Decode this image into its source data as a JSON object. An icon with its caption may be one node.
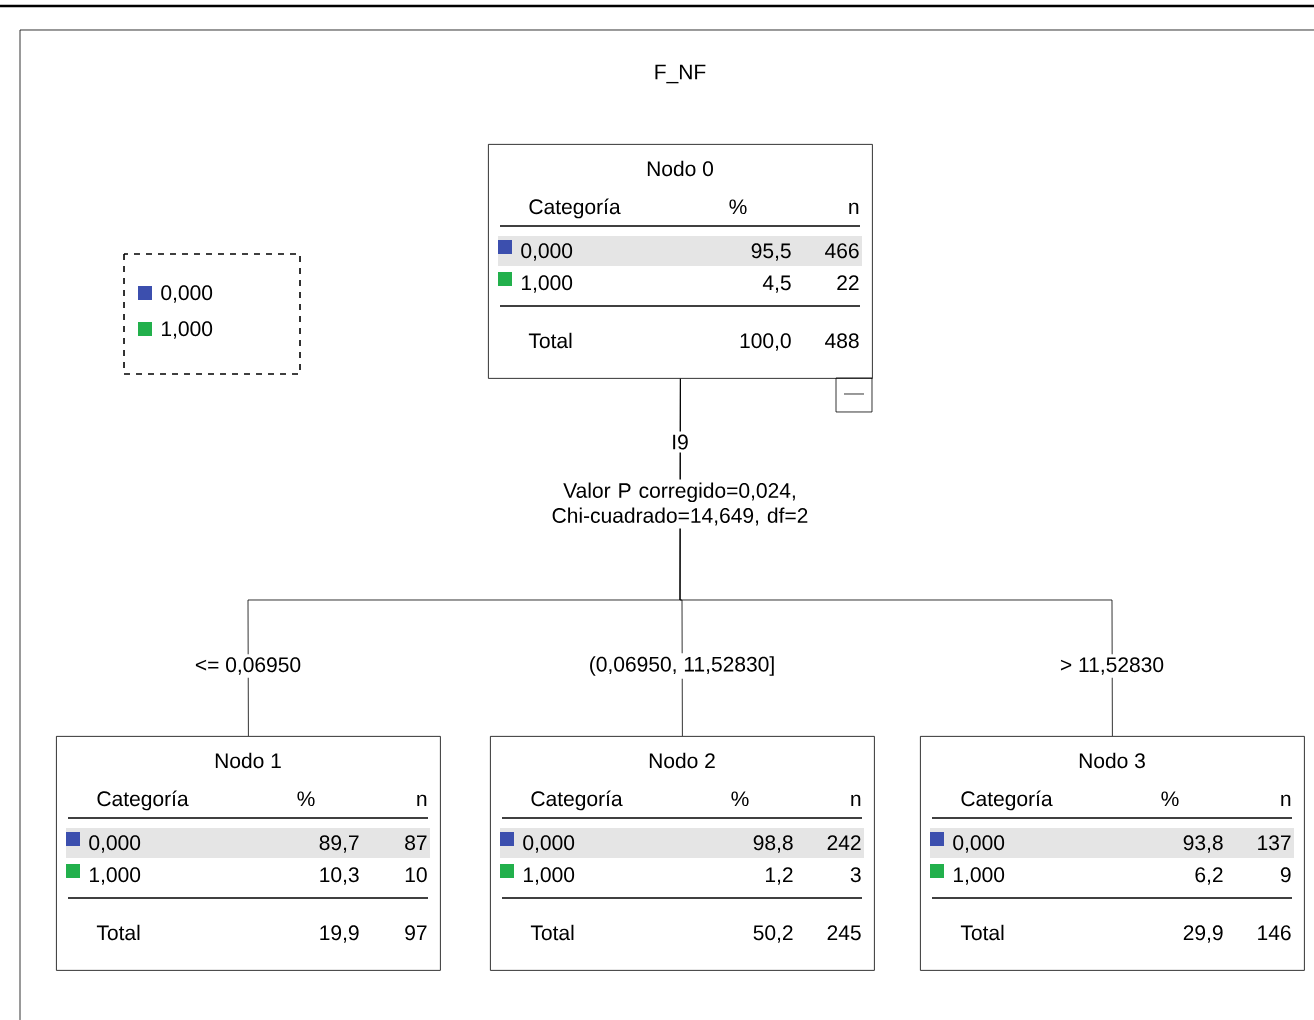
{
  "diagram": {
    "title": "F_NF",
    "nodes": [
      {
        "text": [
          "Nodo 0",
          "Categoría",
          "%",
          "n",
          "0,000",
          "95,5",
          "466",
          "1,000",
          "4,5",
          "22",
          "Total",
          "100,0",
          "488"
        ]
      },
      {
        "text": [
          "Nodo 1",
          "Categoría",
          "%",
          "n",
          "0,000",
          "89,7",
          "87",
          "1,000",
          "10,3",
          "10",
          "Total",
          "19,9",
          "97"
        ]
      },
      {
        "text": [
          "Nodo 2",
          "Categoría",
          "%",
          "n",
          "0,000",
          "98,8",
          "242",
          "1,000",
          "1,2",
          "3",
          "Total",
          "50,2",
          "245"
        ]
      },
      {
        "text": [
          "Nodo 3",
          "Categoría",
          "%",
          "n",
          "0,000",
          "93,8",
          "137",
          "1,000",
          "6,2",
          "9",
          "Total",
          "29,9",
          "146"
        ]
      }
    ],
    "edges": [
      {
        "from": 0,
        "to": 1,
        "arrow": "none",
        "label": "<= 0,06950"
      },
      {
        "from": 0,
        "to": 2,
        "arrow": "none",
        "label": "(0,06950, 11,52830]"
      },
      {
        "from": 0,
        "to": 3,
        "arrow": "none",
        "label": "> 11,52830"
      }
    ],
    "labels": [
      "I9",
      "Valor P corregido=0,024, Chi-cuadrado=14,649, df=2"
    ],
    "legend": [
      {
        "text": "0,000",
        "color": "#3c4fae"
      },
      {
        "text": "1,000",
        "color": "#22b04c"
      }
    ]
  }
}
